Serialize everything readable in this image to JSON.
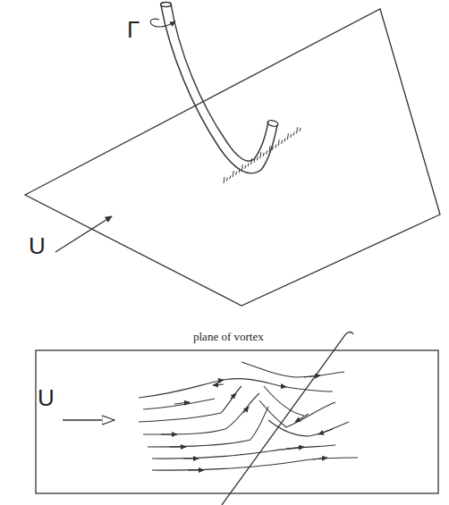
{
  "diagram": {
    "labels": [
      "Γ",
      "U",
      "plane of vortex",
      "U"
    ]
  }
}
